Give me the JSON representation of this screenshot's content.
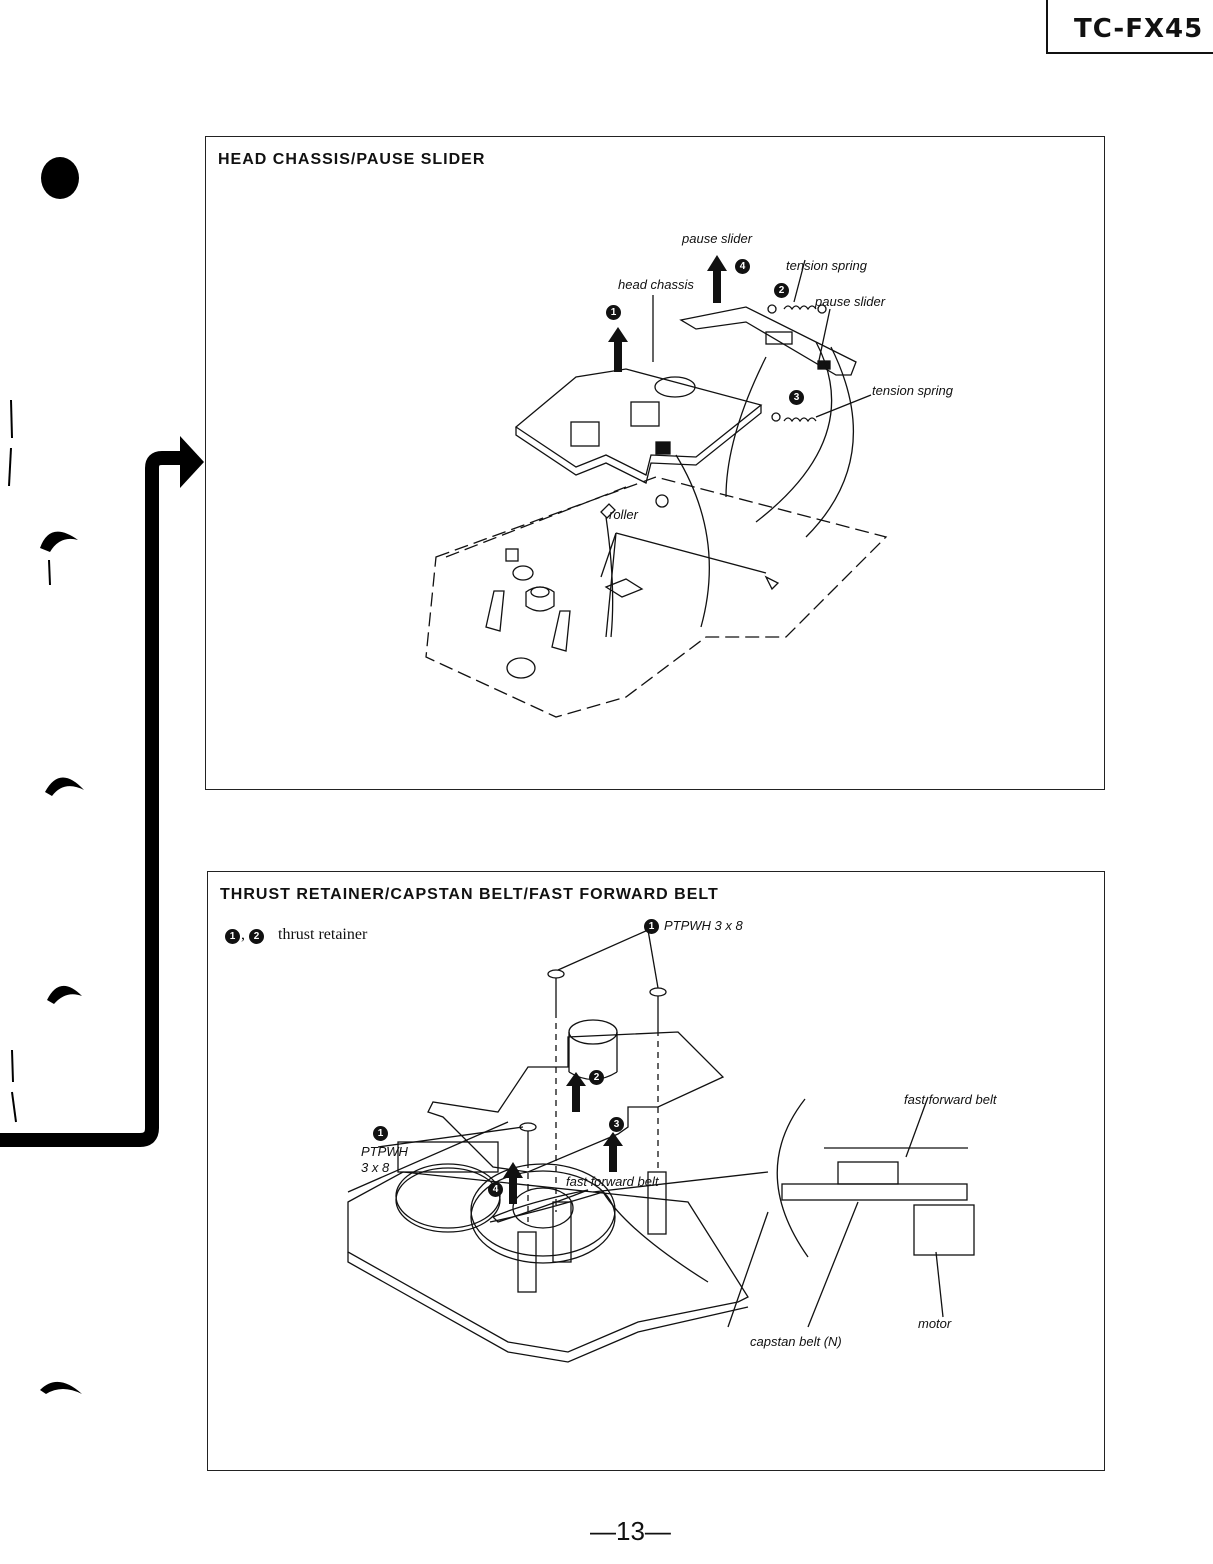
{
  "header": {
    "model": "TC-FX45"
  },
  "panel1": {
    "title": "HEAD CHASSIS/PAUSE SLIDER",
    "labels": {
      "pause_slider_top": "pause slider",
      "head_chassis": "head chassis",
      "tension_spring_top": "tension spring",
      "pause_slider_right": "pause slider",
      "tension_spring_right": "tension spring",
      "roller": "roller"
    },
    "steps": {
      "s1": "1",
      "s2": "2",
      "s3": "3",
      "s4": "4"
    }
  },
  "panel2": {
    "title": "THRUST RETAINER/CAPSTAN BELT/FAST FORWARD BELT",
    "legend": {
      "n1": "1",
      "sep": ",",
      "n2": "2",
      "text": "thrust retainer"
    },
    "labels": {
      "screw_top": "PTPWH 3 x 8",
      "screw_left_1": "PTPWH",
      "screw_left_2": "3 x 8",
      "fast_forward_belt_center": "fast forward belt",
      "fast_forward_belt_right": "fast forward belt",
      "motor": "motor",
      "capstan_belt": "capstan belt (N)"
    },
    "steps": {
      "s1a": "1",
      "s1b": "1",
      "s2": "2",
      "s3": "3",
      "s4": "4"
    }
  },
  "footer": {
    "page_number": "—13—"
  }
}
